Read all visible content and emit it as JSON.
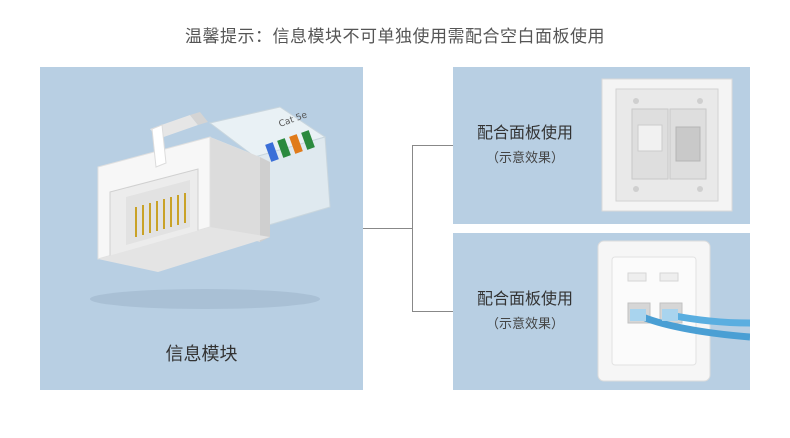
{
  "notice": "温馨提示：信息模块不可单独使用需配合空白面板使用",
  "left_panel": {
    "caption": "信息模块",
    "label_text": "Cat 5e"
  },
  "top_panel": {
    "caption": "配合面板使用",
    "sub_caption": "（示意效果）"
  },
  "bottom_panel": {
    "caption": "配合面板使用",
    "sub_caption": "（示意效果）"
  },
  "colors": {
    "panel_bg": "#b8cfe3",
    "cable": "#4a9fd4"
  }
}
